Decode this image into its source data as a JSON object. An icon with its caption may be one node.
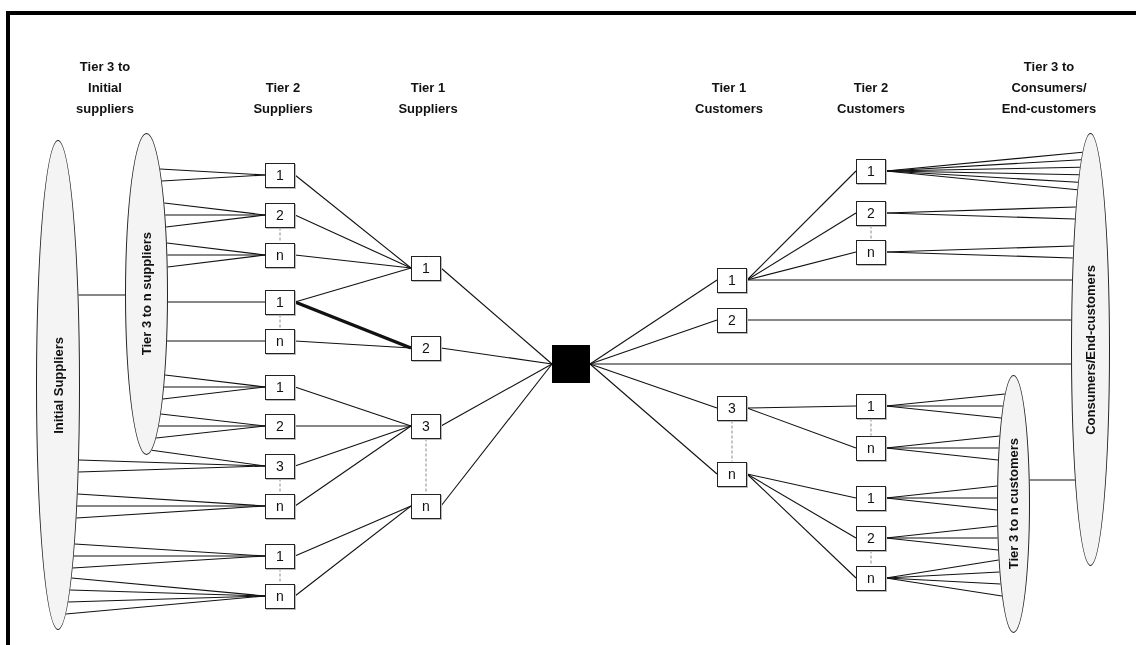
{
  "diagram": {
    "nodes": [
      {
        "text": [
          "Initial Suppliers"
        ]
      },
      {
        "text": [
          "Tier 3 to n suppliers"
        ]
      },
      {
        "text": [
          "1"
        ]
      },
      {
        "text": [
          "2"
        ]
      },
      {
        "text": [
          "n"
        ]
      },
      {
        "text": [
          "1"
        ]
      },
      {
        "text": [
          "n"
        ]
      },
      {
        "text": [
          "1"
        ]
      },
      {
        "text": [
          "2"
        ]
      },
      {
        "text": [
          "3"
        ]
      },
      {
        "text": [
          "n"
        ]
      },
      {
        "text": [
          "1"
        ]
      },
      {
        "text": [
          "n"
        ]
      },
      {
        "text": [
          "1"
        ]
      },
      {
        "text": [
          "2"
        ]
      },
      {
        "text": [
          "3"
        ]
      },
      {
        "text": [
          "n"
        ]
      },
      {
        "text": [],
        "shape": "box"
      },
      {
        "text": [
          "1"
        ]
      },
      {
        "text": [
          "2"
        ]
      },
      {
        "text": [
          "3"
        ]
      },
      {
        "text": [
          "n"
        ]
      },
      {
        "text": [
          "1"
        ]
      },
      {
        "text": [
          "2"
        ]
      },
      {
        "text": [
          "n"
        ]
      },
      {
        "text": [
          "1"
        ]
      },
      {
        "text": [
          "n"
        ]
      },
      {
        "text": [
          "1"
        ]
      },
      {
        "text": [
          "2"
        ]
      },
      {
        "text": [
          "n"
        ]
      },
      {
        "text": [
          "Consumers/End-customers"
        ]
      },
      {
        "text": [
          "Tier 3 to n customers"
        ]
      }
    ],
    "edges": [
      {
        "from": 0,
        "to": 1,
        "arrow": "none"
      },
      {
        "from": 1,
        "to": 2,
        "arrow": "none"
      },
      {
        "from": 1,
        "to": 2,
        "arrow": "none"
      },
      {
        "from": 1,
        "to": 3,
        "arrow": "none"
      },
      {
        "from": 1,
        "to": 3,
        "arrow": "none"
      },
      {
        "from": 1,
        "to": 3,
        "arrow": "none"
      },
      {
        "from": 1,
        "to": 4,
        "arrow": "none"
      },
      {
        "from": 1,
        "to": 4,
        "arrow": "none"
      },
      {
        "from": 1,
        "to": 4,
        "arrow": "none"
      },
      {
        "from": 1,
        "to": 5,
        "arrow": "none"
      },
      {
        "from": 1,
        "to": 6,
        "arrow": "none"
      },
      {
        "from": 1,
        "to": 7,
        "arrow": "none"
      },
      {
        "from": 1,
        "to": 7,
        "arrow": "none"
      },
      {
        "from": 1,
        "to": 7,
        "arrow": "none"
      },
      {
        "from": 1,
        "to": 8,
        "arrow": "none"
      },
      {
        "from": 1,
        "to": 8,
        "arrow": "none"
      },
      {
        "from": 1,
        "to": 8,
        "arrow": "none"
      },
      {
        "from": 1,
        "to": 9,
        "arrow": "none"
      },
      {
        "from": 0,
        "to": 9,
        "arrow": "none"
      },
      {
        "from": 0,
        "to": 9,
        "arrow": "none"
      },
      {
        "from": 0,
        "to": 10,
        "arrow": "none"
      },
      {
        "from": 0,
        "to": 10,
        "arrow": "none"
      },
      {
        "from": 0,
        "to": 10,
        "arrow": "none"
      },
      {
        "from": 0,
        "to": 11,
        "arrow": "none"
      },
      {
        "from": 0,
        "to": 11,
        "arrow": "none"
      },
      {
        "from": 0,
        "to": 11,
        "arrow": "none"
      },
      {
        "from": 0,
        "to": 12,
        "arrow": "none"
      },
      {
        "from": 0,
        "to": 12,
        "arrow": "none"
      },
      {
        "from": 0,
        "to": 12,
        "arrow": "none"
      },
      {
        "from": 0,
        "to": 12,
        "arrow": "none"
      },
      {
        "from": 3,
        "to": 4,
        "arrow": "none",
        "style": "dashed",
        "color": "#888888"
      },
      {
        "from": 5,
        "to": 6,
        "arrow": "none",
        "style": "dashed",
        "color": "#888888"
      },
      {
        "from": 9,
        "to": 10,
        "arrow": "none",
        "style": "dashed",
        "color": "#888888"
      },
      {
        "from": 11,
        "to": 12,
        "arrow": "none",
        "style": "dashed",
        "color": "#888888"
      },
      {
        "from": 2,
        "to": 13,
        "arrow": "none"
      },
      {
        "from": 3,
        "to": 13,
        "arrow": "none"
      },
      {
        "from": 4,
        "to": 13,
        "arrow": "none"
      },
      {
        "from": 5,
        "to": 13,
        "arrow": "none"
      },
      {
        "from": 5,
        "to": 14,
        "arrow": "none",
        "style": "thick"
      },
      {
        "from": 6,
        "to": 14,
        "arrow": "none"
      },
      {
        "from": 7,
        "to": 15,
        "arrow": "none"
      },
      {
        "from": 8,
        "to": 15,
        "arrow": "none"
      },
      {
        "from": 9,
        "to": 15,
        "arrow": "none"
      },
      {
        "from": 10,
        "to": 15,
        "arrow": "none"
      },
      {
        "from": 11,
        "to": 16,
        "arrow": "none"
      },
      {
        "from": 12,
        "to": 16,
        "arrow": "none"
      },
      {
        "from": 15,
        "to": 16,
        "arrow": "none",
        "style": "dashed",
        "color": "#888888"
      },
      {
        "from": 13,
        "to": 17,
        "arrow": "none"
      },
      {
        "from": 14,
        "to": 17,
        "arrow": "none"
      },
      {
        "from": 15,
        "to": 17,
        "arrow": "none"
      },
      {
        "from": 16,
        "to": 17,
        "arrow": "none"
      },
      {
        "from": 17,
        "to": 18,
        "arrow": "none"
      },
      {
        "from": 17,
        "to": 19,
        "arrow": "none"
      },
      {
        "from": 17,
        "to": 20,
        "arrow": "none"
      },
      {
        "from": 17,
        "to": 21,
        "arrow": "none"
      },
      {
        "from": 17,
        "to": 30,
        "arrow": "none"
      },
      {
        "from": 18,
        "to": 22,
        "arrow": "none"
      },
      {
        "from": 18,
        "to": 23,
        "arrow": "none"
      },
      {
        "from": 18,
        "to": 24,
        "arrow": "none"
      },
      {
        "from": 18,
        "to": 30,
        "arrow": "none"
      },
      {
        "from": 19,
        "to": 30,
        "arrow": "none"
      },
      {
        "from": 22,
        "to": 30,
        "arrow": "none"
      },
      {
        "from": 22,
        "to": 30,
        "arrow": "none"
      },
      {
        "from": 22,
        "to": 30,
        "arrow": "none"
      },
      {
        "from": 22,
        "to": 30,
        "arrow": "none"
      },
      {
        "from": 22,
        "to": 30,
        "arrow": "none"
      },
      {
        "from": 22,
        "to": 30,
        "arrow": "none"
      },
      {
        "from": 23,
        "to": 30,
        "arrow": "none"
      },
      {
        "from": 23,
        "to": 30,
        "arrow": "none"
      },
      {
        "from": 24,
        "to": 30,
        "arrow": "none"
      },
      {
        "from": 24,
        "to": 30,
        "arrow": "none"
      },
      {
        "from": 23,
        "to": 24,
        "arrow": "none",
        "style": "dashed",
        "color": "#888888"
      },
      {
        "from": 20,
        "to": 25,
        "arrow": "none"
      },
      {
        "from": 20,
        "to": 26,
        "arrow": "none"
      },
      {
        "from": 21,
        "to": 27,
        "arrow": "none"
      },
      {
        "from": 21,
        "to": 28,
        "arrow": "none"
      },
      {
        "from": 21,
        "to": 29,
        "arrow": "none"
      },
      {
        "from": 20,
        "to": 21,
        "arrow": "none",
        "style": "dashed",
        "color": "#888888"
      },
      {
        "from": 25,
        "to": 26,
        "arrow": "none",
        "style": "dashed",
        "color": "#888888"
      },
      {
        "from": 28,
        "to": 29,
        "arrow": "none",
        "style": "dashed",
        "color": "#888888"
      },
      {
        "from": 25,
        "to": 31,
        "arrow": "none"
      },
      {
        "from": 25,
        "to": 31,
        "arrow": "none"
      },
      {
        "from": 25,
        "to": 31,
        "arrow": "none"
      },
      {
        "from": 26,
        "to": 31,
        "arrow": "none"
      },
      {
        "from": 26,
        "to": 31,
        "arrow": "none"
      },
      {
        "from": 26,
        "to": 31,
        "arrow": "none"
      },
      {
        "from": 27,
        "to": 31,
        "arrow": "none"
      },
      {
        "from": 27,
        "to": 31,
        "arrow": "none"
      },
      {
        "from": 27,
        "to": 31,
        "arrow": "none"
      },
      {
        "from": 28,
        "to": 31,
        "arrow": "none"
      },
      {
        "from": 28,
        "to": 31,
        "arrow": "none"
      },
      {
        "from": 28,
        "to": 31,
        "arrow": "none"
      },
      {
        "from": 29,
        "to": 31,
        "arrow": "none"
      },
      {
        "from": 29,
        "to": 31,
        "arrow": "none"
      },
      {
        "from": 29,
        "to": 31,
        "arrow": "none"
      },
      {
        "from": 29,
        "to": 31,
        "arrow": "none"
      },
      {
        "from": 31,
        "to": 30,
        "arrow": "none"
      }
    ],
    "labels": [
      "Tier 3 to Initial suppliers",
      "Tier 2 Suppliers",
      "Tier 1 Suppliers",
      "Tier 1 Customers",
      "Tier 2 Customers",
      "Tier 3 to Consumers/ End-customers"
    ]
  }
}
